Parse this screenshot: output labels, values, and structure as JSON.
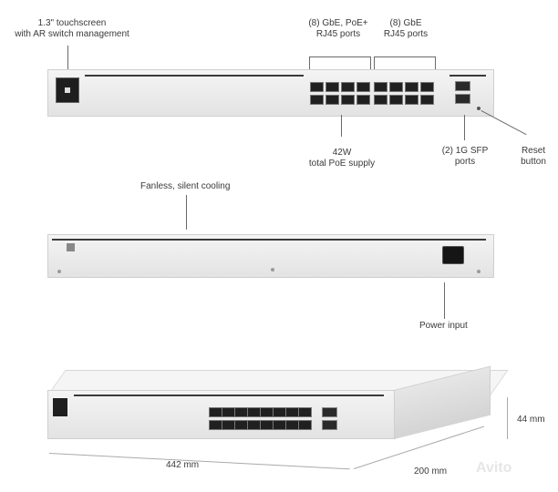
{
  "front": {
    "screen_label": "1.3\" touchscreen\nwith AR switch management",
    "poe_ports_label": "(8) GbE, PoE+\nRJ45 ports",
    "gbe_ports_label": "(8) GbE\nRJ45 ports",
    "poe_supply_label": "42W\ntotal PoE supply",
    "sfp_label": "(2) 1G SFP\nports",
    "reset_label": "Reset\nbutton"
  },
  "rear": {
    "cooling_label": "Fanless, silent cooling",
    "power_label": "Power input"
  },
  "dimensions": {
    "width_label": "442 mm",
    "depth_label": "200 mm",
    "height_label": "44 mm"
  },
  "watermark": "Avito"
}
